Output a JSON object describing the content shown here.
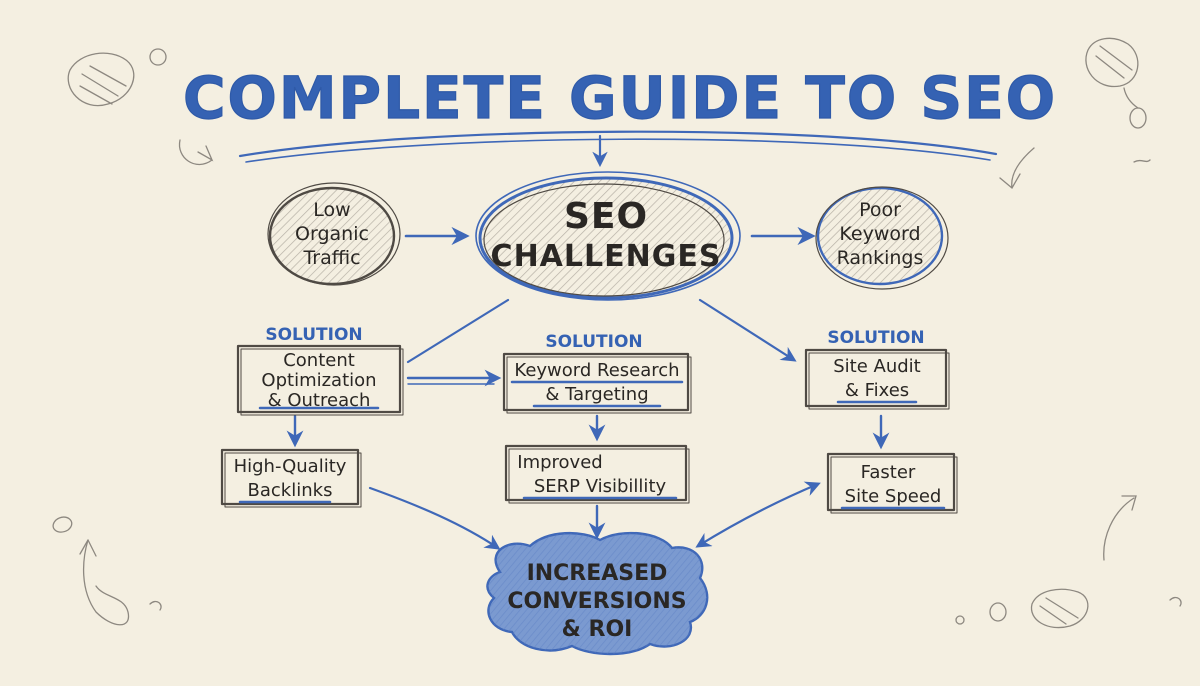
{
  "title": "COMPLETE GUIDE TO SEO",
  "center": {
    "line1": "SEO",
    "line2": "CHALLENGES"
  },
  "problem_left": {
    "line1": "Low",
    "line2": "Organic",
    "line3": "Traffic"
  },
  "problem_right": {
    "line1": "Poor",
    "line2": "Keyword",
    "line3": "Rankings"
  },
  "solution_tag": "SOLUTION",
  "solutions": [
    {
      "lines": [
        "Content",
        "Optimization",
        "& Outreach"
      ]
    },
    {
      "lines": [
        "Keyword Research",
        "& Targeting"
      ]
    },
    {
      "lines": [
        "Site Audit",
        "& Fixes"
      ]
    }
  ],
  "results": [
    {
      "lines": [
        "High-Quality",
        "Backlinks"
      ]
    },
    {
      "lines": [
        "Improved",
        "SERP Visibillity"
      ]
    },
    {
      "lines": [
        "Faster",
        "Site Speed"
      ]
    }
  ],
  "goal": {
    "lines": [
      "INCREASED",
      "CONVERSIONS",
      "& ROI"
    ]
  },
  "colors": {
    "background": "#f4efe1",
    "accent": "#3f68b8",
    "ink": "#4f4a44",
    "goal_fill": "#7b9ad0"
  }
}
